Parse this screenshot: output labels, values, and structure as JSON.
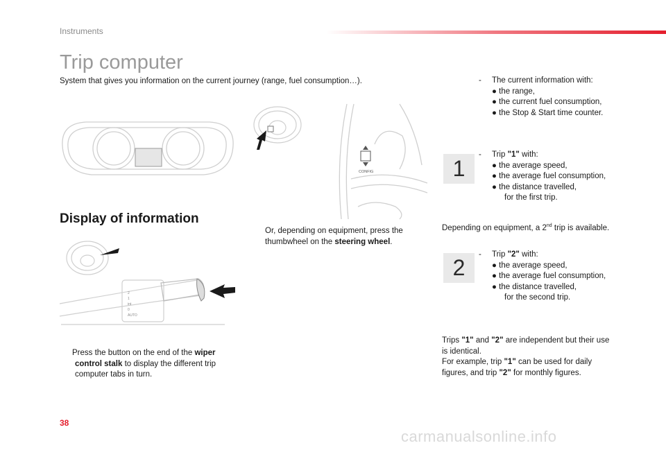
{
  "header": {
    "section": "Instruments",
    "accent_color": "#e41e2d"
  },
  "title": "Trip computer",
  "intro": "System that gives you information on the current journey (range, fuel consumption…).",
  "display_heading": "Display of information",
  "steering_note": {
    "pointer": "",
    "text_a": "Or, depending on equipment, press the",
    "text_b": "thumbwheel on the ",
    "bold": "steering wheel",
    "text_c": "."
  },
  "stalk_note": {
    "pointer": "",
    "text_a": "Press the button on the end of the ",
    "bold_a": "wiper",
    "bold_b": "control stalk",
    "text_b": " to display the different trip",
    "text_c": "computer tabs in turn."
  },
  "steering_illustration": {
    "config_label": "CONFIG"
  },
  "stalk_illustration": {
    "labels": [
      "2",
      "1",
      "int",
      "0",
      "AUTO"
    ]
  },
  "current_info": {
    "dash": "-",
    "label": "The current information with:",
    "items": [
      "the range,",
      "the current fuel consumption,",
      "the Stop & Start time counter."
    ]
  },
  "trip1": {
    "badge": "1",
    "dash": "-",
    "prefix": "Trip ",
    "trip": "\"1\"",
    "suffix": " with:",
    "items": [
      "the average speed,",
      "the average fuel consumption,",
      "the distance travelled,"
    ],
    "continuation": "for the first trip."
  },
  "second_trip_note": {
    "text_a": "Depending on equipment, a 2",
    "sup": "nd",
    "text_b": " trip is available."
  },
  "trip2": {
    "badge": "2",
    "dash": "-",
    "prefix": "Trip ",
    "trip": "\"2\"",
    "suffix": " with:",
    "items": [
      "the average speed,",
      "the average fuel consumption,",
      "the distance travelled,"
    ],
    "continuation": "for the second trip."
  },
  "independence_note": {
    "a": "Trips ",
    "b": "\"1\"",
    "c": " and ",
    "d": "\"2\"",
    "e": " are independent but their use",
    "f": "is identical.",
    "g": "For example, trip ",
    "h": "\"1\"",
    "i": " can be used for daily",
    "j": "figures, and trip ",
    "k": "\"2\"",
    "l": " for monthly figures."
  },
  "page_number": "38",
  "watermark": "carmanualsonline.info",
  "bullet_glyph": "●"
}
